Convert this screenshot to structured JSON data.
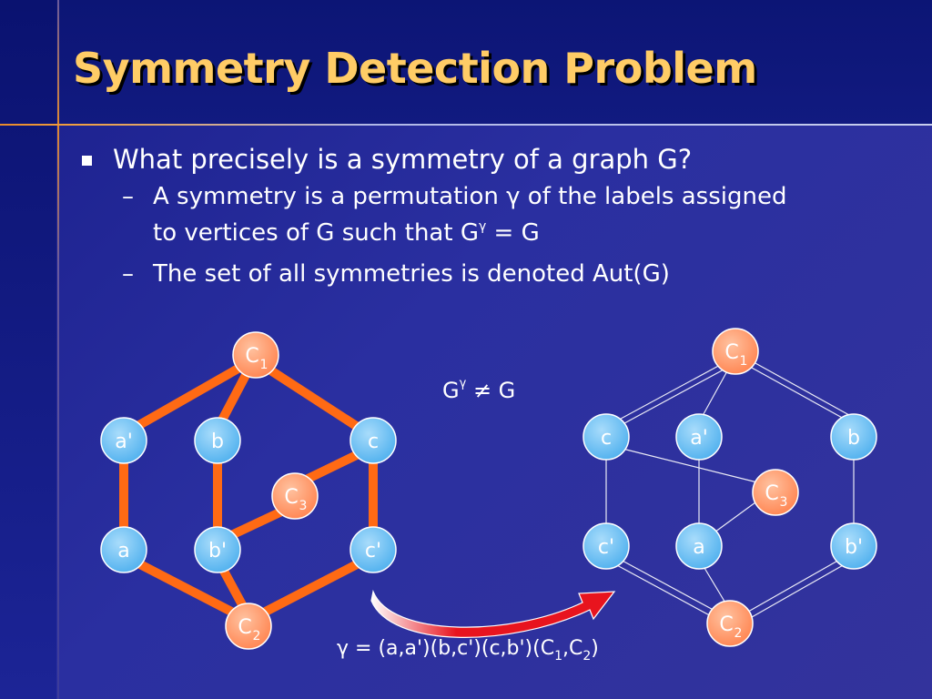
{
  "title": "Symmetry Detection Problem",
  "bullets": {
    "main": "What precisely is a symmetry of a graph G?",
    "sub1": {
      "part1": "A symmetry is a permutation ",
      "gamma": "γ",
      "part2": " of the labels assigned",
      "line2a": "to vertices of G such that G",
      "sup": "γ",
      "line2b": " = G"
    },
    "sub2": "The set of all symmetries is denoted Aut(G)"
  },
  "inequality": {
    "g": "G",
    "sup": "γ",
    "rest": " ≠ G"
  },
  "formula": {
    "prefix": "γ = (a,a')(b,c')(c,b')(C",
    "sub1": "1",
    "mid": ",C",
    "sub2": "2",
    "suffix": ")"
  },
  "graph_left": {
    "nodes": [
      {
        "id": "C1",
        "label": "C",
        "sub": "1"
      },
      {
        "id": "a'",
        "label": "a'"
      },
      {
        "id": "b",
        "label": "b"
      },
      {
        "id": "c",
        "label": "c"
      },
      {
        "id": "C3",
        "label": "C",
        "sub": "3"
      },
      {
        "id": "a",
        "label": "a"
      },
      {
        "id": "b'",
        "label": "b'"
      },
      {
        "id": "c'",
        "label": "c'"
      },
      {
        "id": "C2",
        "label": "C",
        "sub": "2"
      }
    ],
    "edges": [
      [
        "C1",
        "a'"
      ],
      [
        "C1",
        "b"
      ],
      [
        "C1",
        "c"
      ],
      [
        "a'",
        "a"
      ],
      [
        "b",
        "b'"
      ],
      [
        "c",
        "c'"
      ],
      [
        "c",
        "C3"
      ],
      [
        "C3",
        "b'"
      ],
      [
        "a",
        "C2"
      ],
      [
        "b'",
        "C2"
      ],
      [
        "c'",
        "C2"
      ]
    ]
  },
  "graph_right": {
    "nodes": [
      {
        "id": "C1",
        "label": "C",
        "sub": "1"
      },
      {
        "id": "c",
        "label": "c"
      },
      {
        "id": "a'",
        "label": "a'"
      },
      {
        "id": "b",
        "label": "b"
      },
      {
        "id": "C3",
        "label": "C",
        "sub": "3"
      },
      {
        "id": "c'",
        "label": "c'"
      },
      {
        "id": "a",
        "label": "a"
      },
      {
        "id": "b'",
        "label": "b'"
      },
      {
        "id": "C2",
        "label": "C",
        "sub": "2"
      }
    ]
  },
  "colors": {
    "background": "#2a2fa0",
    "title": "#ffcc66",
    "edge_orange": "#ff6a14",
    "node_blue": "#6ec3f4",
    "node_orange": "#ff9966",
    "arrow_red": "#e8141e"
  }
}
